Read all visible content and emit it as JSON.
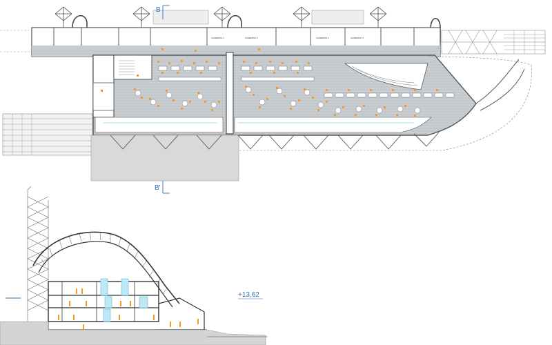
{
  "drawing": {
    "section_marker_top": "B",
    "section_marker_bottom": "B'",
    "elevation_label": "+13,62"
  },
  "rooms": {
    "labels": [
      "CAMERINO 1",
      "CAMERINO 2",
      "CAMERINO 3",
      "CAMERINO 4"
    ]
  },
  "colors": {
    "wall": "#555555",
    "floor": "#c8cdd2",
    "hatch": "#a9b0b6",
    "furniture_accent": "#f39a2b",
    "glazing": "#8fd4ea",
    "section_marker": "#2a6fb5",
    "terrain": "#cfcfcf"
  }
}
